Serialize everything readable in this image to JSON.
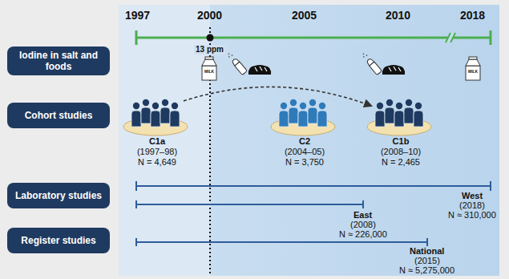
{
  "diagram": {
    "nodes": [
      {
        "text": [
          "Iodine in salt and foods"
        ]
      },
      {
        "text": [
          "Cohort studies"
        ]
      },
      {
        "text": [
          "Laboratory studies"
        ]
      },
      {
        "text": [
          "Register studies"
        ]
      },
      {
        "text": [
          "C1a",
          "(1997–98)",
          "N = 4,649"
        ]
      },
      {
        "text": [
          "C2",
          "(2004–05)",
          "N = 3,750"
        ]
      },
      {
        "text": [
          "C1b",
          "(2008–10)",
          "N = 2,465"
        ]
      }
    ],
    "edges": [
      {
        "from": 4,
        "to": 6,
        "arrow": "to"
      }
    ],
    "labels": [
      "1997",
      "2000",
      "2005",
      "2010",
      "2018",
      "13 ppm",
      "MILK",
      "MILK",
      "East",
      "(2008)",
      "N ≈ 226,000",
      "West",
      "(2018)",
      "N ≈ 310,000",
      "National",
      "(2015)",
      "N ≈ 5,275,000"
    ]
  }
}
